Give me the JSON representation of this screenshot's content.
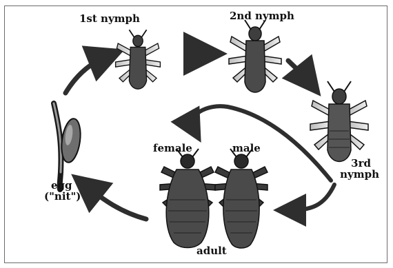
{
  "labels": {
    "first_nymph": "1st nymph",
    "second_nymph": "2nd nymph",
    "third_nymph_line1": "3rd",
    "third_nymph_line2": "nymph",
    "female": "female",
    "male": "male",
    "adult": "adult",
    "egg_line1": "egg",
    "egg_line2": "(\"nit\")"
  },
  "colors": {
    "arrow": "#2e2e2e",
    "body_dark": "#4a4a4a",
    "body_light": "#d9d9d9",
    "outline": "#111111"
  },
  "icons": [
    "egg-on-hair-icon",
    "first-nymph-louse-icon",
    "second-nymph-louse-icon",
    "third-nymph-louse-icon",
    "female-louse-icon",
    "male-louse-icon"
  ]
}
